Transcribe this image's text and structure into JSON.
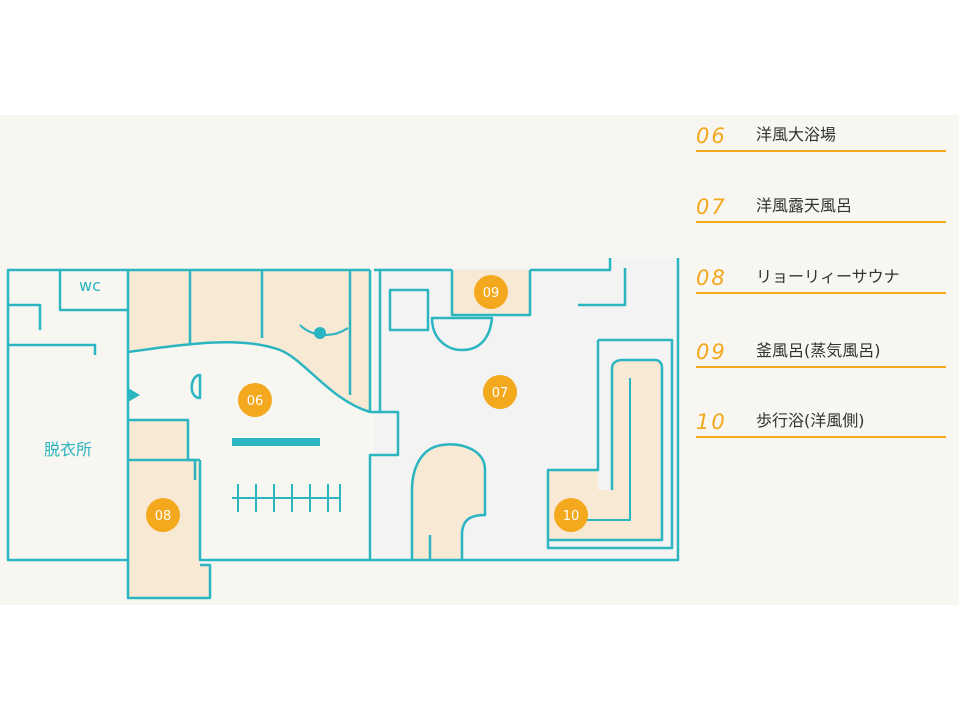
{
  "colors": {
    "line": "#2bb5c1",
    "room_fill": "#f7e9d4",
    "outdoor_fill": "#f3f3f3",
    "accent": "#f4a81d",
    "band": "#f8f6f1"
  },
  "plan": {
    "wc_label": "wc",
    "dressing_room_label": "脱衣所",
    "pins": {
      "p06": "06",
      "p07": "07",
      "p08": "08",
      "p09": "09",
      "p10": "10"
    }
  },
  "legend": [
    {
      "number": "06",
      "name": "洋風大浴場"
    },
    {
      "number": "07",
      "name": "洋風露天風呂"
    },
    {
      "number": "08",
      "name": "リョーリィーサウナ"
    },
    {
      "number": "09",
      "name": "釜風呂(蒸気風呂)"
    },
    {
      "number": "10",
      "name": "歩行浴(洋風側)"
    }
  ]
}
